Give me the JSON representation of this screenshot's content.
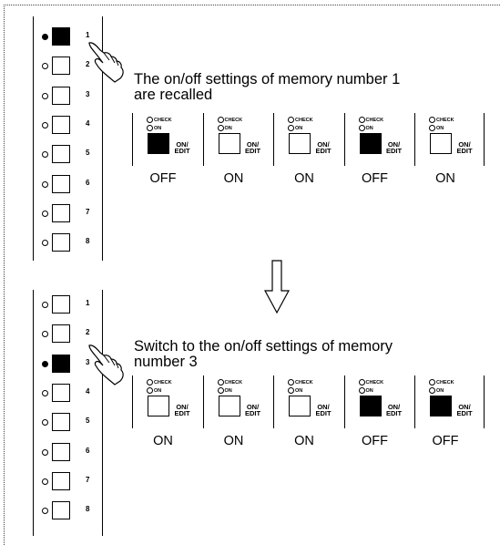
{
  "colors": {
    "ink": "#000000",
    "background": "#ffffff"
  },
  "sections": [
    {
      "memory_panel": {
        "selected": 0,
        "numbers": [
          "1",
          "2",
          "3",
          "4",
          "5",
          "6",
          "7",
          "8"
        ]
      },
      "heading_line1": "The on/off settings of memory number 1",
      "heading_line2": "are recalled",
      "channels": [
        {
          "check_label": "CHECK",
          "on_label": "ON",
          "btn_label_1": "ON/",
          "btn_label_2": "EDIT",
          "state": "OFF",
          "lit": true
        },
        {
          "check_label": "CHECK",
          "on_label": "ON",
          "btn_label_1": "ON/",
          "btn_label_2": "EDIT",
          "state": "ON",
          "lit": false
        },
        {
          "check_label": "CHECK",
          "on_label": "ON",
          "btn_label_1": "ON/",
          "btn_label_2": "EDIT",
          "state": "ON",
          "lit": false
        },
        {
          "check_label": "CHECK",
          "on_label": "ON",
          "btn_label_1": "ON/",
          "btn_label_2": "EDIT",
          "state": "OFF",
          "lit": true
        },
        {
          "check_label": "CHECK",
          "on_label": "ON",
          "btn_label_1": "ON/",
          "btn_label_2": "EDIT",
          "state": "ON",
          "lit": false
        }
      ]
    },
    {
      "memory_panel": {
        "selected": 2,
        "numbers": [
          "1",
          "2",
          "3",
          "4",
          "5",
          "6",
          "7",
          "8"
        ]
      },
      "heading_line1": "Switch to the on/off settings of memory",
      "heading_line2": "number 3",
      "channels": [
        {
          "check_label": "CHECK",
          "on_label": "ON",
          "btn_label_1": "ON/",
          "btn_label_2": "EDIT",
          "state": "ON",
          "lit": false
        },
        {
          "check_label": "CHECK",
          "on_label": "ON",
          "btn_label_1": "ON/",
          "btn_label_2": "EDIT",
          "state": "ON",
          "lit": false
        },
        {
          "check_label": "CHECK",
          "on_label": "ON",
          "btn_label_1": "ON/",
          "btn_label_2": "EDIT",
          "state": "ON",
          "lit": false
        },
        {
          "check_label": "CHECK",
          "on_label": "ON",
          "btn_label_1": "ON/",
          "btn_label_2": "EDIT",
          "state": "OFF",
          "lit": true
        },
        {
          "check_label": "CHECK",
          "on_label": "ON",
          "btn_label_1": "ON/",
          "btn_label_2": "EDIT",
          "state": "OFF",
          "lit": true
        }
      ]
    }
  ],
  "icons": {
    "hand": "pointing-hand-icon",
    "arrow": "down-arrow-icon"
  }
}
